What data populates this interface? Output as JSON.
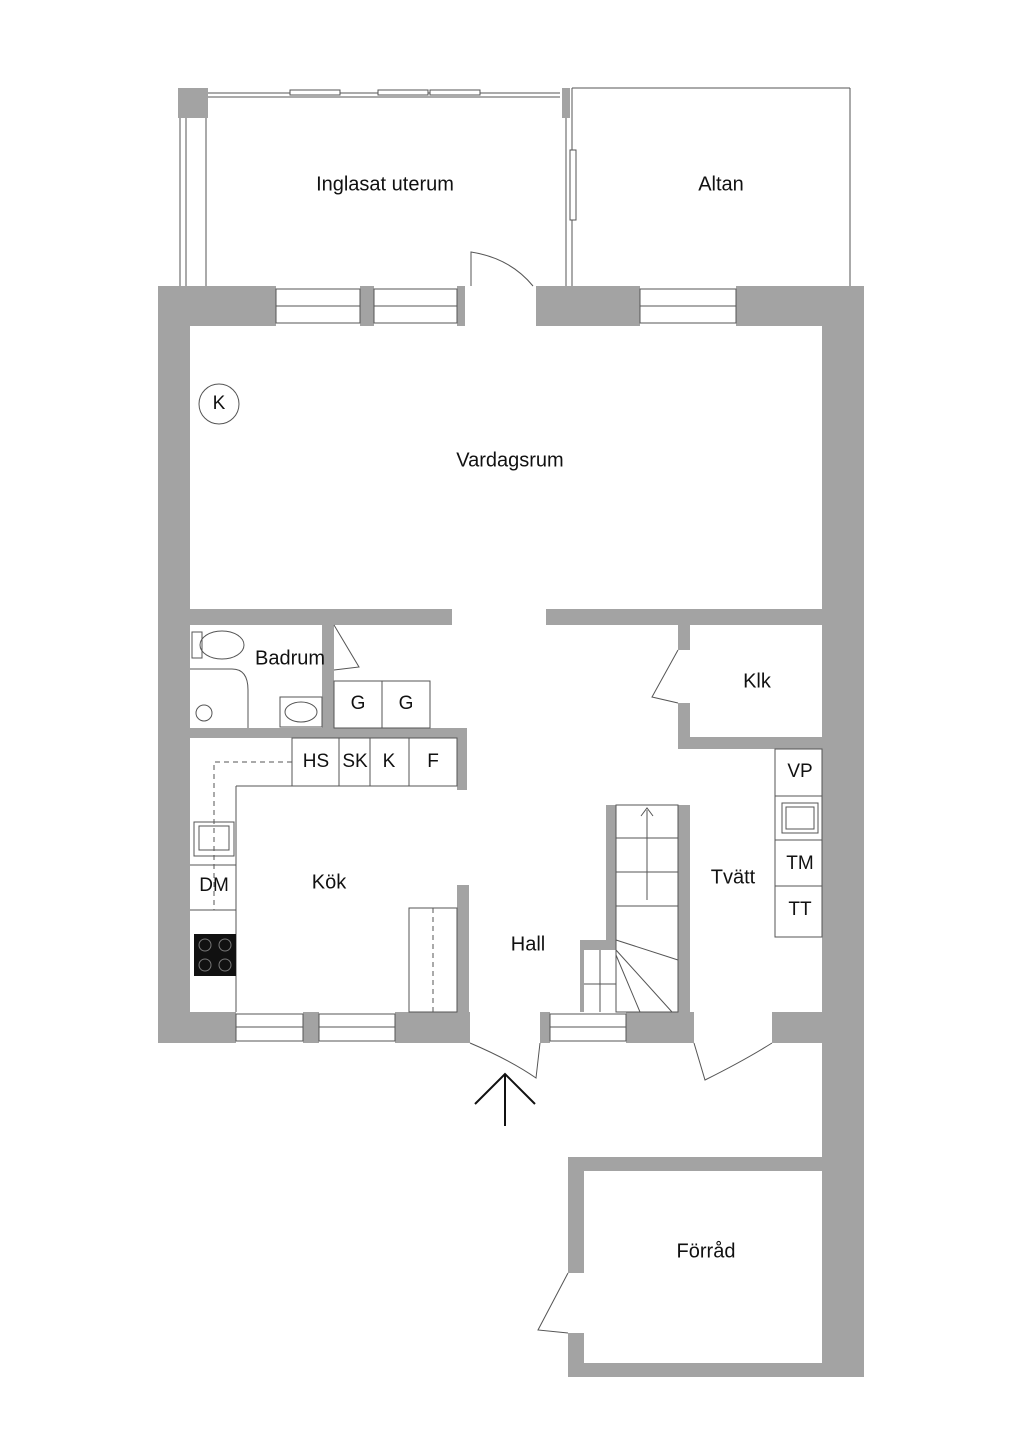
{
  "rooms": {
    "inglasat_uterum": "Inglasat uterum",
    "altan": "Altan",
    "vardagsrum": "Vardagsrum",
    "badrum": "Badrum",
    "klk": "Klk",
    "kok": "Kök",
    "hall": "Hall",
    "tvatt": "Tvätt",
    "forrad": "Förråd"
  },
  "fixtures": {
    "kamin": "K",
    "g1": "G",
    "g2": "G",
    "hs": "HS",
    "sk": "SK",
    "k": "K",
    "f": "F",
    "dm": "DM",
    "vp": "VP",
    "tm": "TM",
    "tt": "TT"
  },
  "colors": {
    "wall": "#a3a3a3",
    "line": "#555555",
    "background": "#ffffff"
  },
  "icons": [
    "entrance-arrow-icon",
    "toilet-icon",
    "sink-icon",
    "stove-icon",
    "shower-icon"
  ]
}
